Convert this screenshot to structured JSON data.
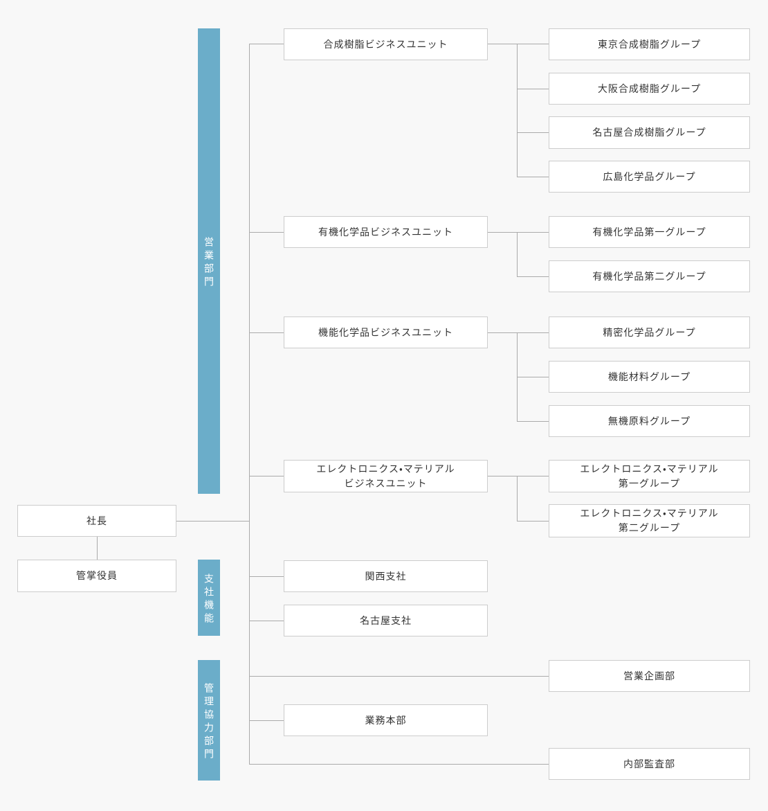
{
  "colors": {
    "background": "#f8f8f8",
    "division_bar": "#6badc9",
    "division_bar_text": "#ffffff",
    "box_background": "#ffffff",
    "box_border": "#cccccc",
    "box_text": "#333333",
    "connector_line": "#aaaaaa"
  },
  "president": {
    "label": "社長"
  },
  "managing_officers": {
    "label": "管掌役員"
  },
  "divisions": [
    {
      "label": "営業部門"
    },
    {
      "label": "支社機能"
    },
    {
      "label": "管理協力部門"
    }
  ],
  "units": [
    {
      "label": "合成樹脂ビジネスユニット",
      "groups": [
        "東京合成樹脂グループ",
        "大阪合成樹脂グループ",
        "名古屋合成樹脂グループ",
        "広島化学品グループ"
      ]
    },
    {
      "label": "有機化学品ビジネスユニット",
      "groups": [
        "有機化学品第一グループ",
        "有機化学品第二グループ"
      ]
    },
    {
      "label": "機能化学品ビジネスユニット",
      "groups": [
        "精密化学品グループ",
        "機能材料グループ",
        "無機原料グループ"
      ]
    },
    {
      "label": "エレクトロニクス・マテリアル\nビジネスユニット",
      "groups": [
        "エレクトロニクス・マテリアル\n第一グループ",
        "エレクトロニクス・マテリアル\n第二グループ"
      ]
    }
  ],
  "branch_offices": [
    {
      "label": "関西支社"
    },
    {
      "label": "名古屋支社"
    }
  ],
  "admin_departments": [
    {
      "label": "営業企画部"
    },
    {
      "label": "業務本部"
    },
    {
      "label": "内部監査部"
    }
  ]
}
